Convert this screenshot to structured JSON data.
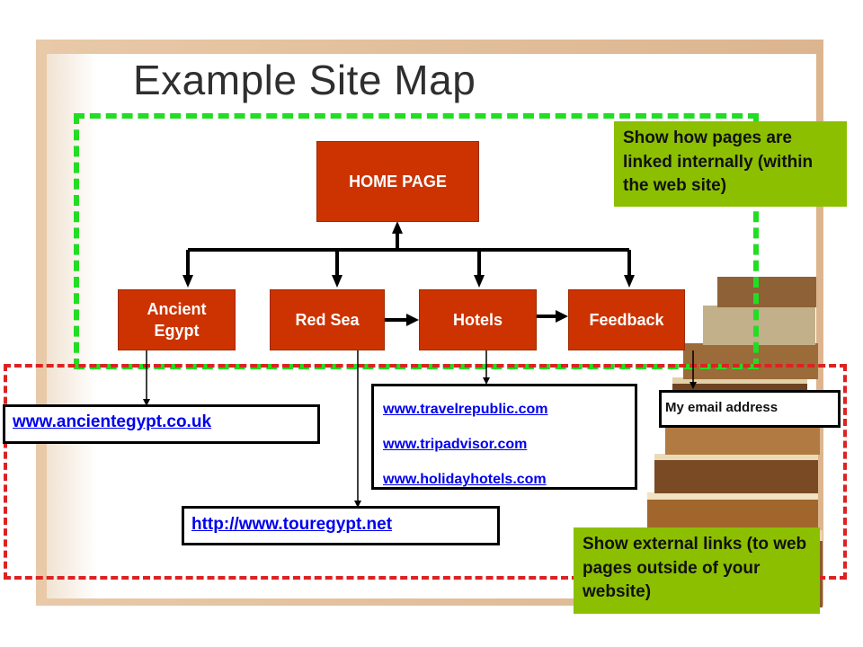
{
  "title": "Example Site Map",
  "home": {
    "label": "HOME PAGE"
  },
  "pages": [
    {
      "label": "Ancient Egypt"
    },
    {
      "label": "Red Sea"
    },
    {
      "label": "Hotels"
    },
    {
      "label": "Feedback"
    }
  ],
  "external": {
    "ancient": "www.ancientegypt.co.uk",
    "hotels": [
      "www.travelrepublic.com",
      "www.tripadvisor.com",
      "www.holidayhotels.com"
    ],
    "feedback": "My email address",
    "redsea": "http://www.touregypt.net"
  },
  "notes": {
    "internal": "Show how pages are linked internally (within the web site)",
    "external": "Show external links (to web pages outside of your website)"
  },
  "colors": {
    "page_box": "#cc3300",
    "note_box": "#8cbf00",
    "internal_border": "#22dd22",
    "external_border": "#dd2222"
  }
}
